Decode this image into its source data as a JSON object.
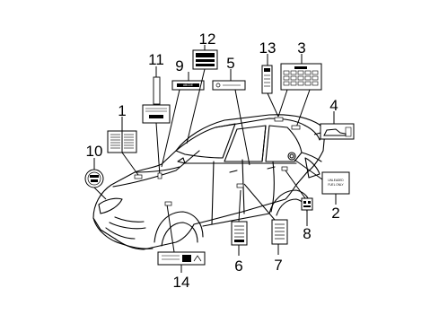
{
  "callouts": [
    {
      "id": "1",
      "text": "1"
    },
    {
      "id": "2",
      "text": "2"
    },
    {
      "id": "3",
      "text": "3"
    },
    {
      "id": "4",
      "text": "4"
    },
    {
      "id": "5",
      "text": "5"
    },
    {
      "id": "6",
      "text": "6"
    },
    {
      "id": "7",
      "text": "7"
    },
    {
      "id": "8",
      "text": "8"
    },
    {
      "id": "9",
      "text": "9"
    },
    {
      "id": "10",
      "text": "10"
    },
    {
      "id": "11",
      "text": "11"
    },
    {
      "id": "12",
      "text": "12"
    },
    {
      "id": "13",
      "text": "13"
    },
    {
      "id": "14",
      "text": "14"
    }
  ],
  "label_2": {
    "line1": "UNLEADED",
    "line2": "FUEL ONLY"
  },
  "label_9": {
    "text": "ABCDE"
  }
}
